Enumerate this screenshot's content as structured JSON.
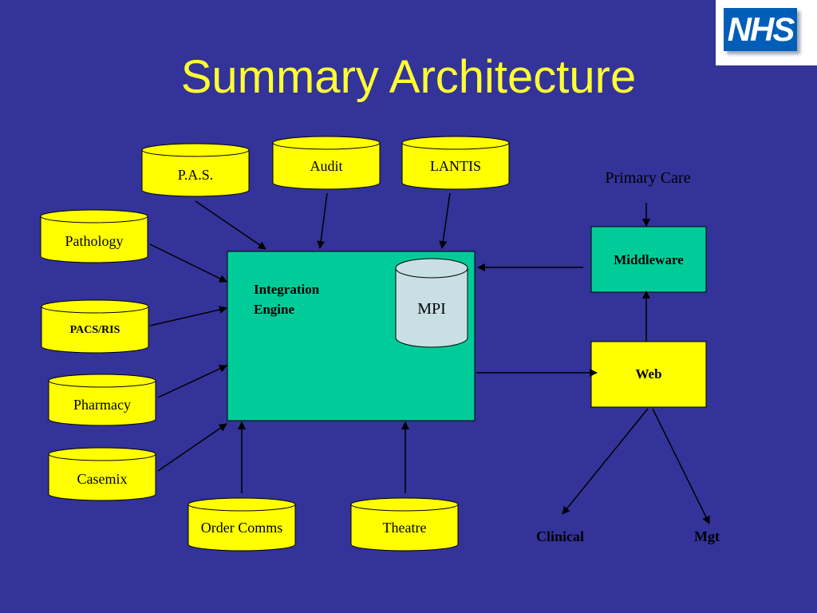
{
  "title": "Summary Architecture",
  "logo": {
    "text": "NHS"
  },
  "colors": {
    "background": "#333399",
    "title": "#ffff33",
    "cylinder_fill": "#ffff00",
    "box_fill_teal": "#00cc99",
    "mpi_fill": "#c8dfe3",
    "logo_blue": "#005eb8"
  },
  "nodes": {
    "pas": "P.A.S.",
    "audit": "Audit",
    "lantis": "LANTIS",
    "pathology": "Pathology",
    "pacs_ris": "PACS/RIS",
    "pharmacy": "Pharmacy",
    "casemix": "Casemix",
    "order_comms": "Order Comms",
    "theatre": "Theatre",
    "integration_engine": [
      "Integration",
      "Engine"
    ],
    "mpi": "MPI",
    "primary_care": "Primary Care",
    "middleware": "Middleware",
    "web": "Web",
    "clinical": "Clinical",
    "mgt": "Mgt"
  }
}
